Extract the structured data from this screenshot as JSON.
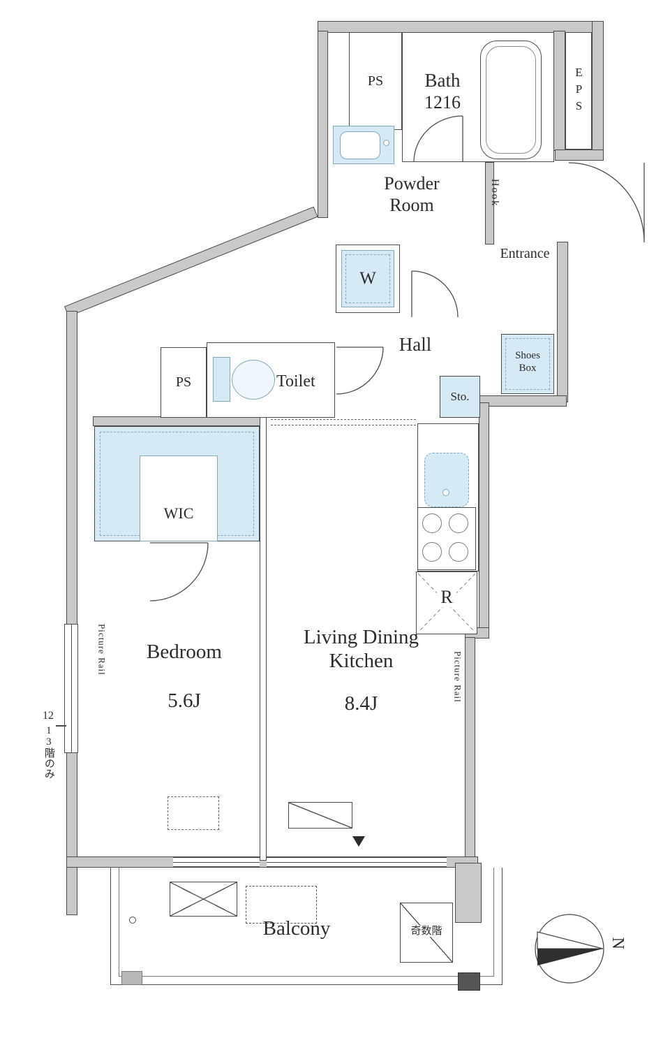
{
  "plan": {
    "type": "apartment-floor-plan",
    "compass": "N",
    "rooms": {
      "ps_top": "PS",
      "bath": {
        "name": "Bath",
        "size": "1216"
      },
      "eps": "EPS",
      "powder": {
        "line1": "Powder",
        "line2": "Room"
      },
      "hook": "Hook",
      "entrance": "Entrance",
      "washer": "W",
      "hall": "Hall",
      "ps_mid": "PS",
      "toilet": "Toilet",
      "storage": "Sto.",
      "shoes": {
        "line1": "Shoes",
        "line2": "Box"
      },
      "wic": "WIC",
      "bedroom": {
        "name": "Bedroom",
        "size": "5.6J"
      },
      "ldk": {
        "line1": "Living Dining",
        "line2": "Kitchen",
        "size": "8.4J"
      },
      "fridge": "R",
      "picture_rail_left": "Picture Rail",
      "picture_rail_right": "Picture Rail",
      "balcony": "Balcony",
      "odd_floors": "奇数階",
      "floor_note": {
        "line1": "12",
        "line2": "13階のみ"
      }
    },
    "colors": {
      "wall_fill": "#c9c9c9",
      "line": "#4b4b4b",
      "fixture_fill": "#d6eaf5",
      "fixture_line": "#7fa8bd"
    }
  }
}
